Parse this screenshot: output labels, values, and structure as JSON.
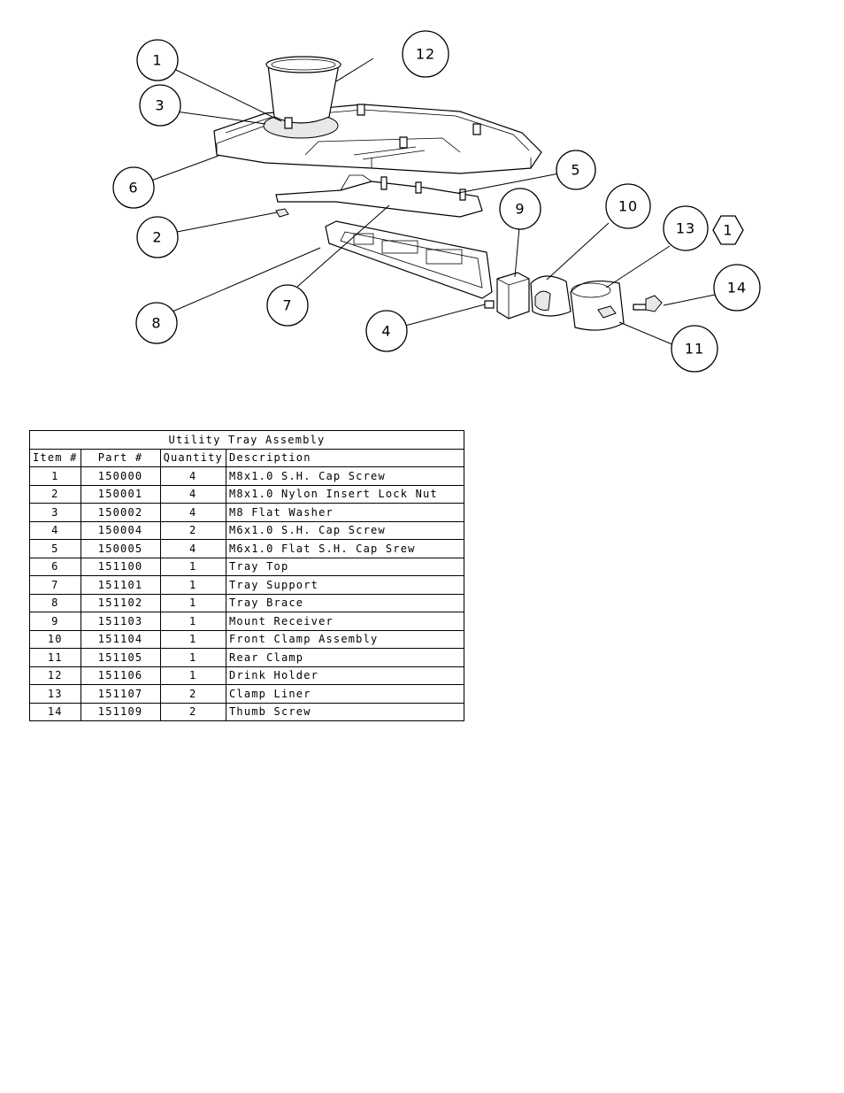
{
  "balloons": [
    {
      "id": "b1",
      "label": "1"
    },
    {
      "id": "b2",
      "label": "2"
    },
    {
      "id": "b3",
      "label": "3"
    },
    {
      "id": "b4",
      "label": "4"
    },
    {
      "id": "b5",
      "label": "5"
    },
    {
      "id": "b6",
      "label": "6"
    },
    {
      "id": "b7",
      "label": "7"
    },
    {
      "id": "b8",
      "label": "8"
    },
    {
      "id": "b9",
      "label": "9"
    },
    {
      "id": "b10",
      "label": "10"
    },
    {
      "id": "b11",
      "label": "11"
    },
    {
      "id": "b12",
      "label": "12"
    },
    {
      "id": "b13",
      "label": "13"
    },
    {
      "id": "b14",
      "label": "14"
    }
  ],
  "hex_note": "1",
  "table": {
    "title": "Utility Tray Assembly",
    "headers": [
      "Item #",
      "Part #",
      "Quantity",
      "Description"
    ],
    "rows": [
      [
        "1",
        "150000",
        "4",
        "M8x1.0 S.H. Cap Screw"
      ],
      [
        "2",
        "150001",
        "4",
        "M8x1.0 Nylon Insert Lock Nut"
      ],
      [
        "3",
        "150002",
        "4",
        "M8 Flat Washer"
      ],
      [
        "4",
        "150004",
        "2",
        "M6x1.0 S.H. Cap Screw"
      ],
      [
        "5",
        "150005",
        "4",
        "M6x1.0 Flat S.H. Cap Srew"
      ],
      [
        "6",
        "151100",
        "1",
        "Tray Top"
      ],
      [
        "7",
        "151101",
        "1",
        "Tray Support"
      ],
      [
        "8",
        "151102",
        "1",
        "Tray Brace"
      ],
      [
        "9",
        "151103",
        "1",
        "Mount Receiver"
      ],
      [
        "10",
        "151104",
        "1",
        "Front Clamp Assembly"
      ],
      [
        "11",
        "151105",
        "1",
        "Rear Clamp"
      ],
      [
        "12",
        "151106",
        "1",
        "Drink Holder"
      ],
      [
        "13",
        "151107",
        "2",
        "Clamp Liner"
      ],
      [
        "14",
        "151109",
        "2",
        "Thumb Screw"
      ]
    ]
  }
}
